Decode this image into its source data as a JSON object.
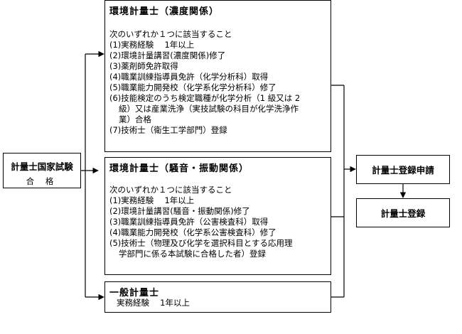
{
  "exam": {
    "title": "計量士国家試験",
    "result": "合 格"
  },
  "concentration": {
    "title": "環境計量士（濃度関係）",
    "intro": "次のいずれか１つに該当すること",
    "items": [
      "(1)実務経験　 1年以上",
      "(2)環境計量講習(濃度関係)修了",
      "(3)薬剤師免許取得",
      "(4)職業訓練指導員免許（化学分析科）取得",
      "(5)職業能力開発校（化学系化学分析科）修了",
      "(6)技能検定のうち検定職種が化学分析（1 級又は 2",
      "級）又は産業洗浄（実技試験の科目が化学洗浄作",
      "業）合格",
      "(7)技術士（衛生工学部門）登録"
    ]
  },
  "noise": {
    "title": "環境計量士（騒音・振動関係）",
    "intro": "次のいずれか１つに該当すること",
    "items": [
      "(1)実務経験　 1年以上",
      "(2)環境計量講習(騒音・振動関係)修了",
      "(3)職業訓練指導員免許（公害検査科）取得",
      "(4)職業能力開発校（化学系公害検査科）修了",
      "(5)技術士（物理及び化学を選択科目とする応用理",
      "学部門に係る本試験に合格した者）登録"
    ]
  },
  "general": {
    "title": "一般計量士",
    "requirement": "実務経験　 1年以上"
  },
  "registration": {
    "application": "計量士登録申請",
    "registered": "計量士登録"
  }
}
